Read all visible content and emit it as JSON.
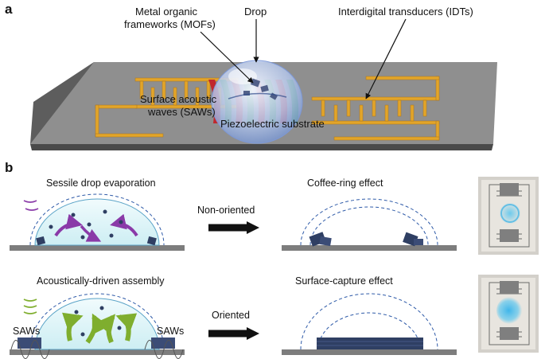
{
  "panel_a": {
    "letter": "a",
    "labels": {
      "mofs_line1": "Metal organic",
      "mofs_line2": "frameworks (MOFs)",
      "drop": "Drop",
      "idts": "Interdigital transducers (IDTs)",
      "saws_line1": "Surface acoustic",
      "saws_line2": "waves (SAWs)",
      "substrate": "Piezoelectric substrate"
    },
    "colors": {
      "substrate_top": "#8f8f8f",
      "substrate_side": "#5a5a5a",
      "electrode": "#e2a52a",
      "wave_red": "#c0282d",
      "wave_green": "#2f8f3c",
      "drop": "#a9bfe6"
    }
  },
  "panel_b": {
    "letter": "b",
    "row1": {
      "left_title": "Sessile drop evaporation",
      "arrow_label": "Non-oriented",
      "right_title": "Coffee-ring effect"
    },
    "row2": {
      "left_title": "Acoustically-driven assembly",
      "saws_left": "SAWs",
      "saws_right": "SAWs",
      "arrow_label": "Oriented",
      "right_title": "Surface-capture effect"
    },
    "colors": {
      "stage": "#7d7d7d",
      "drop_fill": "#d7f1f4",
      "flow_purple": "#8a3aa8",
      "flow_green": "#7fae2e",
      "crystal": "#2f3f63"
    }
  }
}
